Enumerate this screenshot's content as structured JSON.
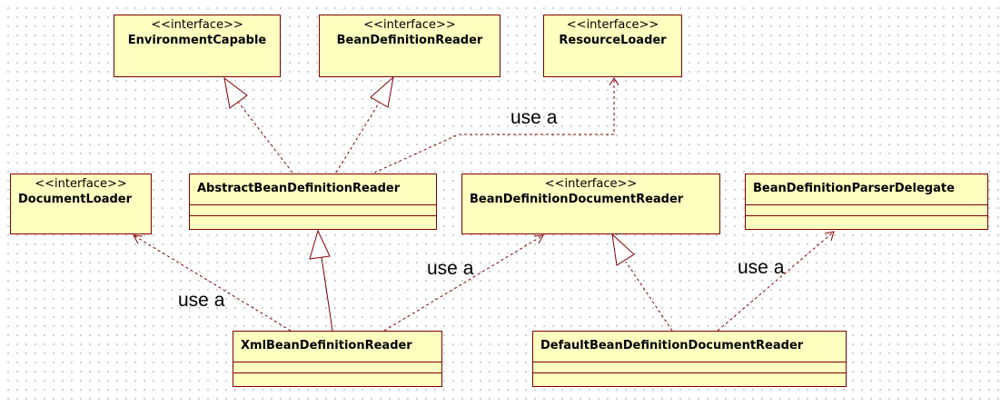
{
  "classes": {
    "environment_capable": {
      "stereotype": "<<interface>>",
      "name": "EnvironmentCapable"
    },
    "bean_definition_reader": {
      "stereotype": "<<interface>>",
      "name": "BeanDefinitionReader"
    },
    "resource_loader": {
      "stereotype": "<<interface>>",
      "name": "ResourceLoader"
    },
    "document_loader": {
      "stereotype": "<<interface>>",
      "name": "DocumentLoader"
    },
    "abstract_bean_definition_reader": {
      "name": "AbstractBeanDefinitionReader"
    },
    "bean_definition_document_reader": {
      "stereotype": "<<interface>>",
      "name": "BeanDefinitionDocumentReader"
    },
    "bean_definition_parser_delegate": {
      "name": "BeanDefinitionParserDelegate"
    },
    "xml_bean_definition_reader": {
      "name": "XmlBeanDefinitionReader"
    },
    "default_bean_definition_document_reader": {
      "name": "DefaultBeanDefinitionDocumentReader"
    }
  },
  "relations": [
    {
      "type": "realization",
      "from": "AbstractBeanDefinitionReader",
      "to": "EnvironmentCapable"
    },
    {
      "type": "realization",
      "from": "AbstractBeanDefinitionReader",
      "to": "BeanDefinitionReader"
    },
    {
      "type": "dependency",
      "from": "AbstractBeanDefinitionReader",
      "to": "ResourceLoader",
      "label": "use a"
    },
    {
      "type": "generalization",
      "from": "XmlBeanDefinitionReader",
      "to": "AbstractBeanDefinitionReader"
    },
    {
      "type": "dependency",
      "from": "XmlBeanDefinitionReader",
      "to": "DocumentLoader",
      "label": "use a"
    },
    {
      "type": "dependency",
      "from": "XmlBeanDefinitionReader",
      "to": "BeanDefinitionDocumentReader",
      "label": "use a"
    },
    {
      "type": "realization",
      "from": "DefaultBeanDefinitionDocumentReader",
      "to": "BeanDefinitionDocumentReader"
    },
    {
      "type": "dependency",
      "from": "DefaultBeanDefinitionDocumentReader",
      "to": "BeanDefinitionParserDelegate",
      "label": "use a"
    }
  ],
  "labels": {
    "use_resource_loader": "use a",
    "use_document_loader": "use a",
    "use_document_reader": "use a",
    "use_parser_delegate": "use a"
  },
  "colors": {
    "class_fill": "#ffffc0",
    "class_border": "#800000",
    "connector": "#800000",
    "background": "#ffffff"
  }
}
